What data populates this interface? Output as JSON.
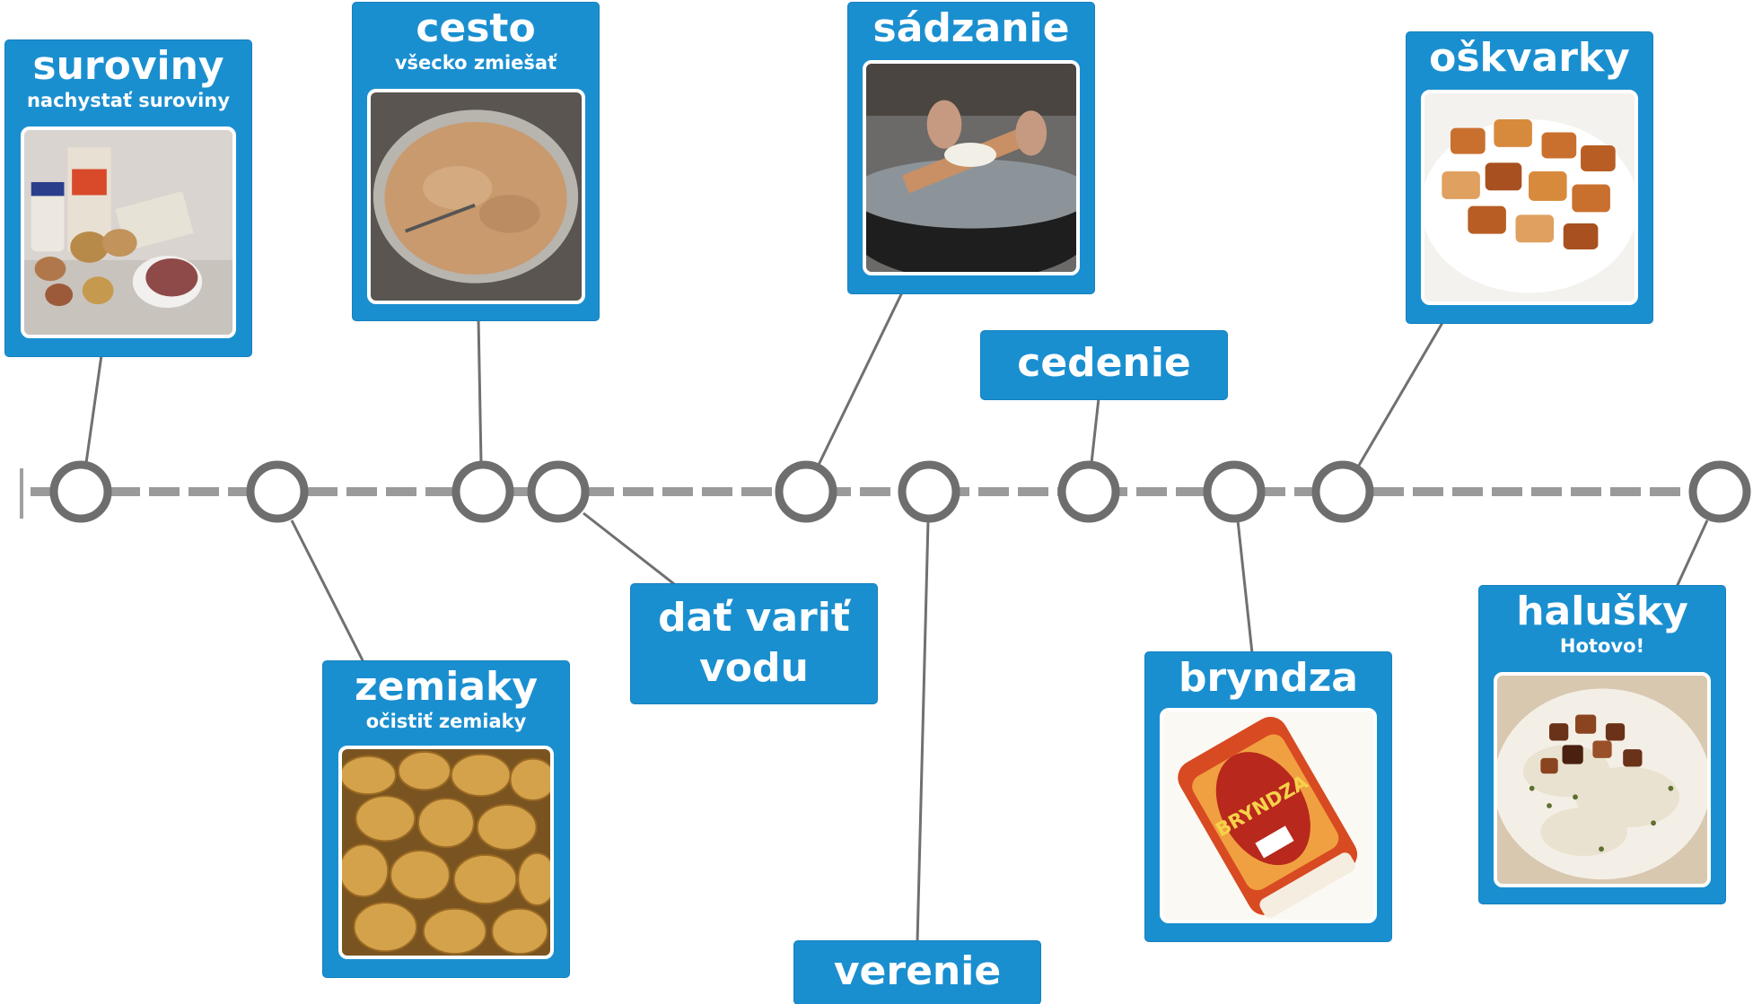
{
  "timeline": {
    "steps": [
      {
        "id": "suroviny",
        "title": "suroviny",
        "subtitle": "nachystať suroviny",
        "photo": "ingredients-photo"
      },
      {
        "id": "zemiaky",
        "title": "zemiaky",
        "subtitle": "očistiť zemiaky",
        "photo": "potatoes-photo"
      },
      {
        "id": "cesto",
        "title": "cesto",
        "subtitle": "všecko zmiešať",
        "photo": "dough-photo"
      },
      {
        "id": "dat-varit",
        "title_line1": "dať variť",
        "title_line2": "vodu"
      },
      {
        "id": "sadzanie",
        "title": "sádzanie",
        "photo": "grating-dough-photo"
      },
      {
        "id": "verenie",
        "title": "verenie"
      },
      {
        "id": "cedenie",
        "title": "cedenie"
      },
      {
        "id": "bryndza",
        "title": "bryndza",
        "photo": "bryndza-package-photo"
      },
      {
        "id": "oskvarky",
        "title": "oškvarky",
        "photo": "cracklings-photo"
      },
      {
        "id": "halusky",
        "title": "halušky",
        "subtitle": "Hotovo!",
        "photo": "halusky-dish-photo"
      }
    ],
    "bryndza_logo_text": "BRYNDZA",
    "colors": {
      "card": "#1a8fd0",
      "line": "#9a9a9a",
      "node": "#6e6e6e",
      "connector": "#707070"
    }
  }
}
